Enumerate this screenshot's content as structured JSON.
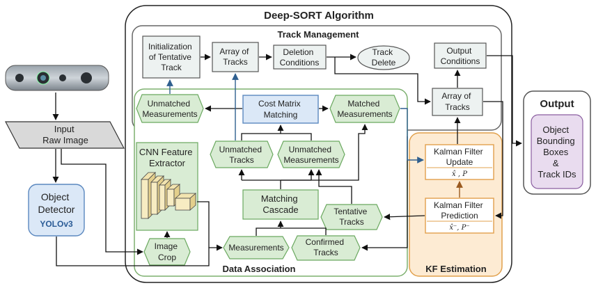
{
  "title": "Deep-SORT Algorithm",
  "camera": {
    "icon": "depth-camera-icon"
  },
  "input": {
    "line1": "Input",
    "line2": "Raw Image"
  },
  "detector": {
    "line1": "Object",
    "line2": "Detector",
    "model": "YOLOv3"
  },
  "track_management": {
    "title": "Track Management",
    "init_l1": "Initialization",
    "init_l2": "of Tentative",
    "init_l3": "Track",
    "array_l1": "Array of",
    "array_l2": "Tracks",
    "deletion_l1": "Deletion",
    "deletion_l2": "Conditions",
    "delete_l1": "Track",
    "delete_l2": "Delete",
    "output_cond_l1": "Output",
    "output_cond_l2": "Conditions",
    "array2_l1": "Array of",
    "array2_l2": "Tracks"
  },
  "data_association": {
    "title": "Data Association",
    "unmatched_meas_top_l1": "Unmatched",
    "unmatched_meas_top_l2": "Measurements",
    "cost_l1": "Cost Matrix",
    "cost_l2": "Matching",
    "matched_l1": "Matched",
    "matched_l2": "Measurements",
    "cnn_l1": "CNN Feature",
    "cnn_l2": "Extractor",
    "unmatched_tracks_l1": "Unmatched",
    "unmatched_tracks_l2": "Tracks",
    "unmatched_meas_mid_l1": "Unmatched",
    "unmatched_meas_mid_l2": "Measurements",
    "cascade_l1": "Matching",
    "cascade_l2": "Cascade",
    "tentative_l1": "Tentative",
    "tentative_l2": "Tracks",
    "image_crop_l1": "Image",
    "image_crop_l2": "Crop",
    "measurements": "Measurements",
    "confirmed_l1": "Confirmed",
    "confirmed_l2": "Tracks"
  },
  "kf": {
    "title": "KF Estimation",
    "update_l1": "Kalman Filter",
    "update_l2": "Update",
    "update_math": "x̂ , P",
    "predict_l1": "Kalman Filter",
    "predict_l2": "Prediction",
    "predict_math": "x̂⁻, P⁻"
  },
  "output": {
    "title": "Output",
    "l1": "Object",
    "l2": "Bounding",
    "l3": "Boxes",
    "l4": "&",
    "l5": "Track IDs"
  },
  "colors": {
    "green_fill": "#d9ecd4",
    "green_stroke": "#6aa85f",
    "blue_fill": "#dbe8f7",
    "blue_stroke": "#5b88bf",
    "orange_fill": "#fdebd3",
    "orange_stroke": "#e1a04c",
    "purple_fill": "#e9dcef",
    "gray_fill": "#edf2f1",
    "dark_blue_arrow": "#2f5f8f"
  }
}
